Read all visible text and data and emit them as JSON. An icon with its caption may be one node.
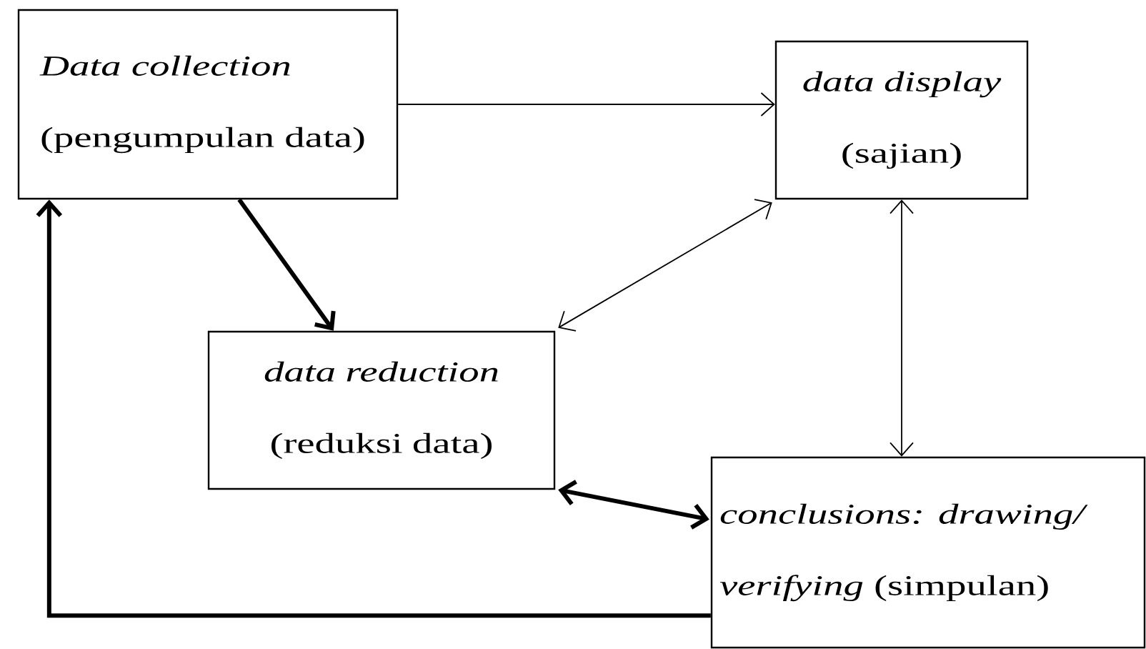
{
  "diagram": {
    "nodes": [
      {
        "text": [
          "Data collection",
          "(pengumpulan data)"
        ]
      },
      {
        "text": [
          "data display",
          "(sajian)"
        ]
      },
      {
        "text": [
          "data reduction",
          "(reduksi data)"
        ]
      },
      {
        "text": [
          "*conclusions: drawing/ verifying* (simpulan)"
        ]
      }
    ],
    "edges": [
      {
        "from": 0,
        "to": 1,
        "arrow": "to"
      },
      {
        "from": 0,
        "to": 2,
        "arrow": "to",
        "style": "thick"
      },
      {
        "from": 1,
        "to": 2,
        "arrow": "both"
      },
      {
        "from": 1,
        "to": 3,
        "arrow": "both"
      },
      {
        "from": 2,
        "to": 3,
        "arrow": "both",
        "style": "thick"
      },
      {
        "from": 3,
        "to": 0,
        "arrow": "to",
        "style": "thick"
      }
    ]
  }
}
